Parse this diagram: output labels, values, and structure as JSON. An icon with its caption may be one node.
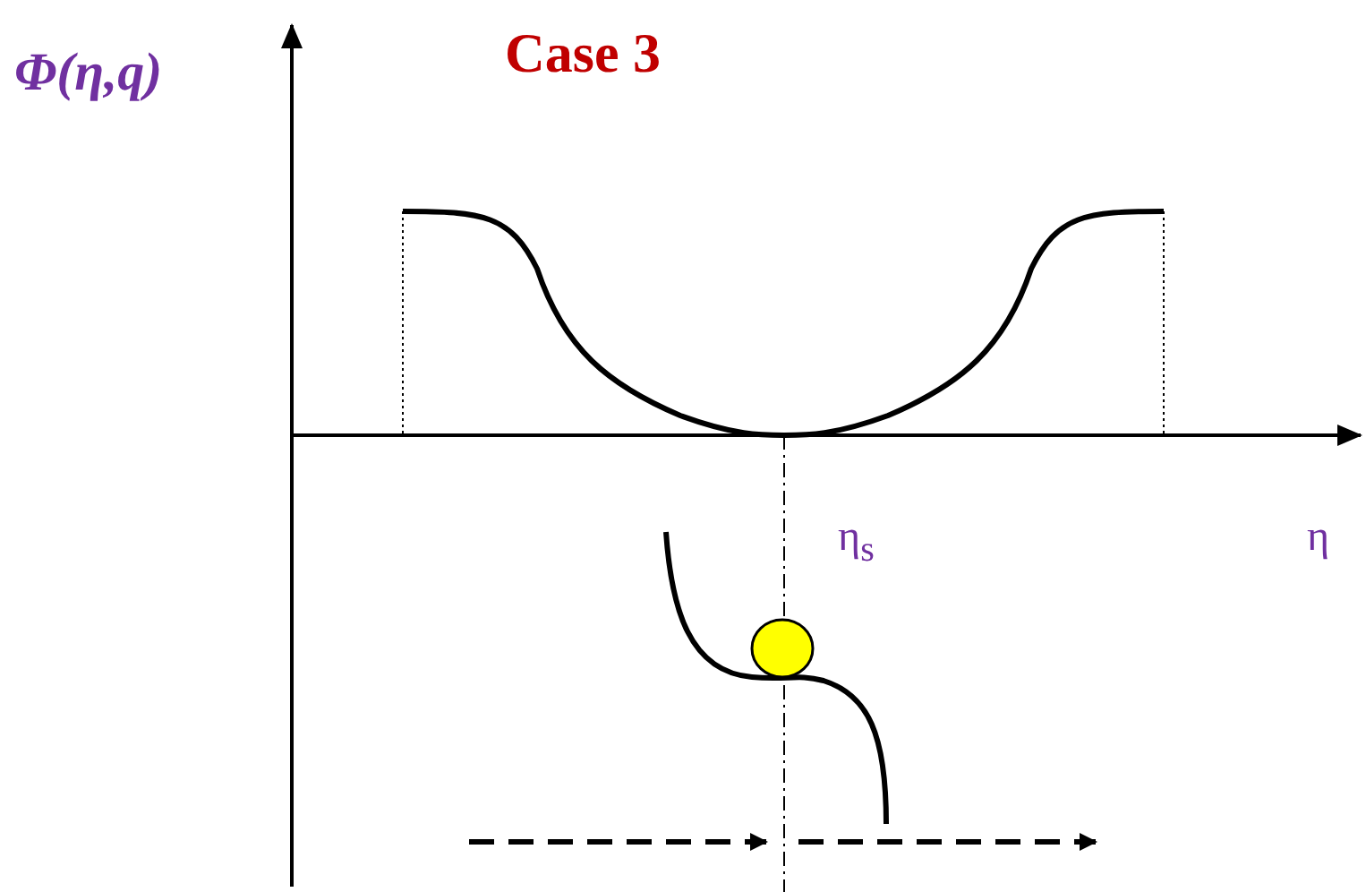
{
  "diagram": {
    "title": "Case 3",
    "labels": [
      "Φ(η,q)",
      "η$_{s}$",
      "η"
    ]
  }
}
